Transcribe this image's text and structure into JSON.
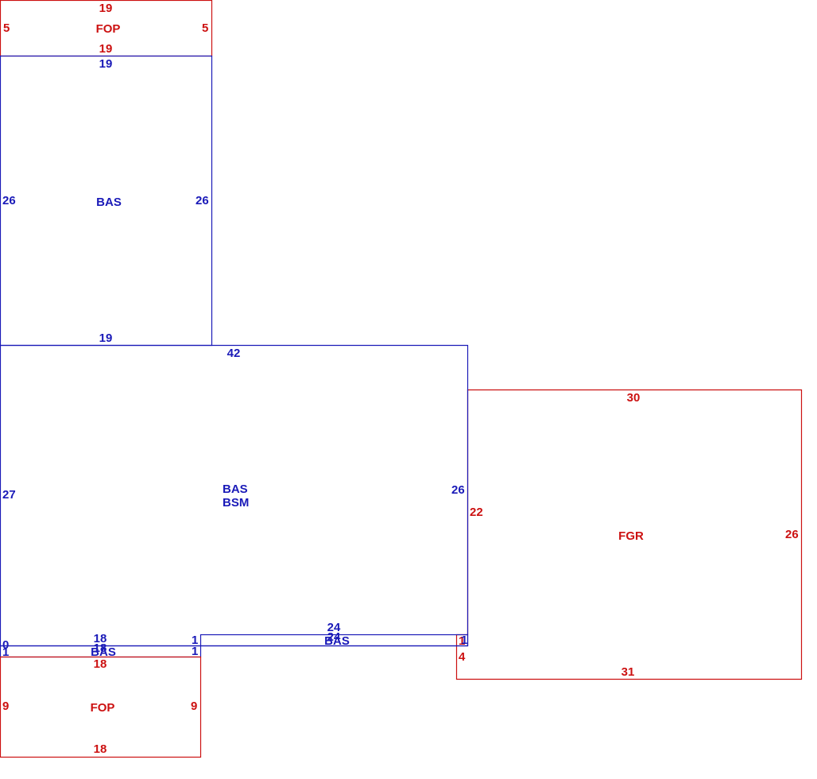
{
  "colors": {
    "blue": "#1a1ab8",
    "red": "#cc1111"
  },
  "areas": {
    "fop_top": {
      "code": "FOP",
      "top": "19",
      "bottom": "19",
      "left": "5",
      "right": "5"
    },
    "bas_upper": {
      "code": "BAS",
      "top": "19",
      "bottom": "19",
      "left": "26",
      "right": "26"
    },
    "bas_main": {
      "code1": "BAS",
      "code2": "BSM",
      "top": "42",
      "left": "27",
      "right": "26",
      "bottom_right": "24",
      "seg_right": "1",
      "seg_left": "1",
      "corner": "0"
    },
    "bas_strip_left": {
      "code": "BAS",
      "top": "18",
      "bottom_overlap": "18",
      "left": "1",
      "right": "1"
    },
    "bas_strip_right": {
      "code": "BAS",
      "overlap": "24"
    },
    "fop_bottom": {
      "code": "FOP",
      "top": "18",
      "bottom": "18",
      "left": "9",
      "right": "9"
    },
    "fgr": {
      "code": "FGR",
      "top": "30",
      "bottom": "31",
      "left": "22",
      "right": "26",
      "lower_left": "4",
      "notch": "1"
    }
  }
}
